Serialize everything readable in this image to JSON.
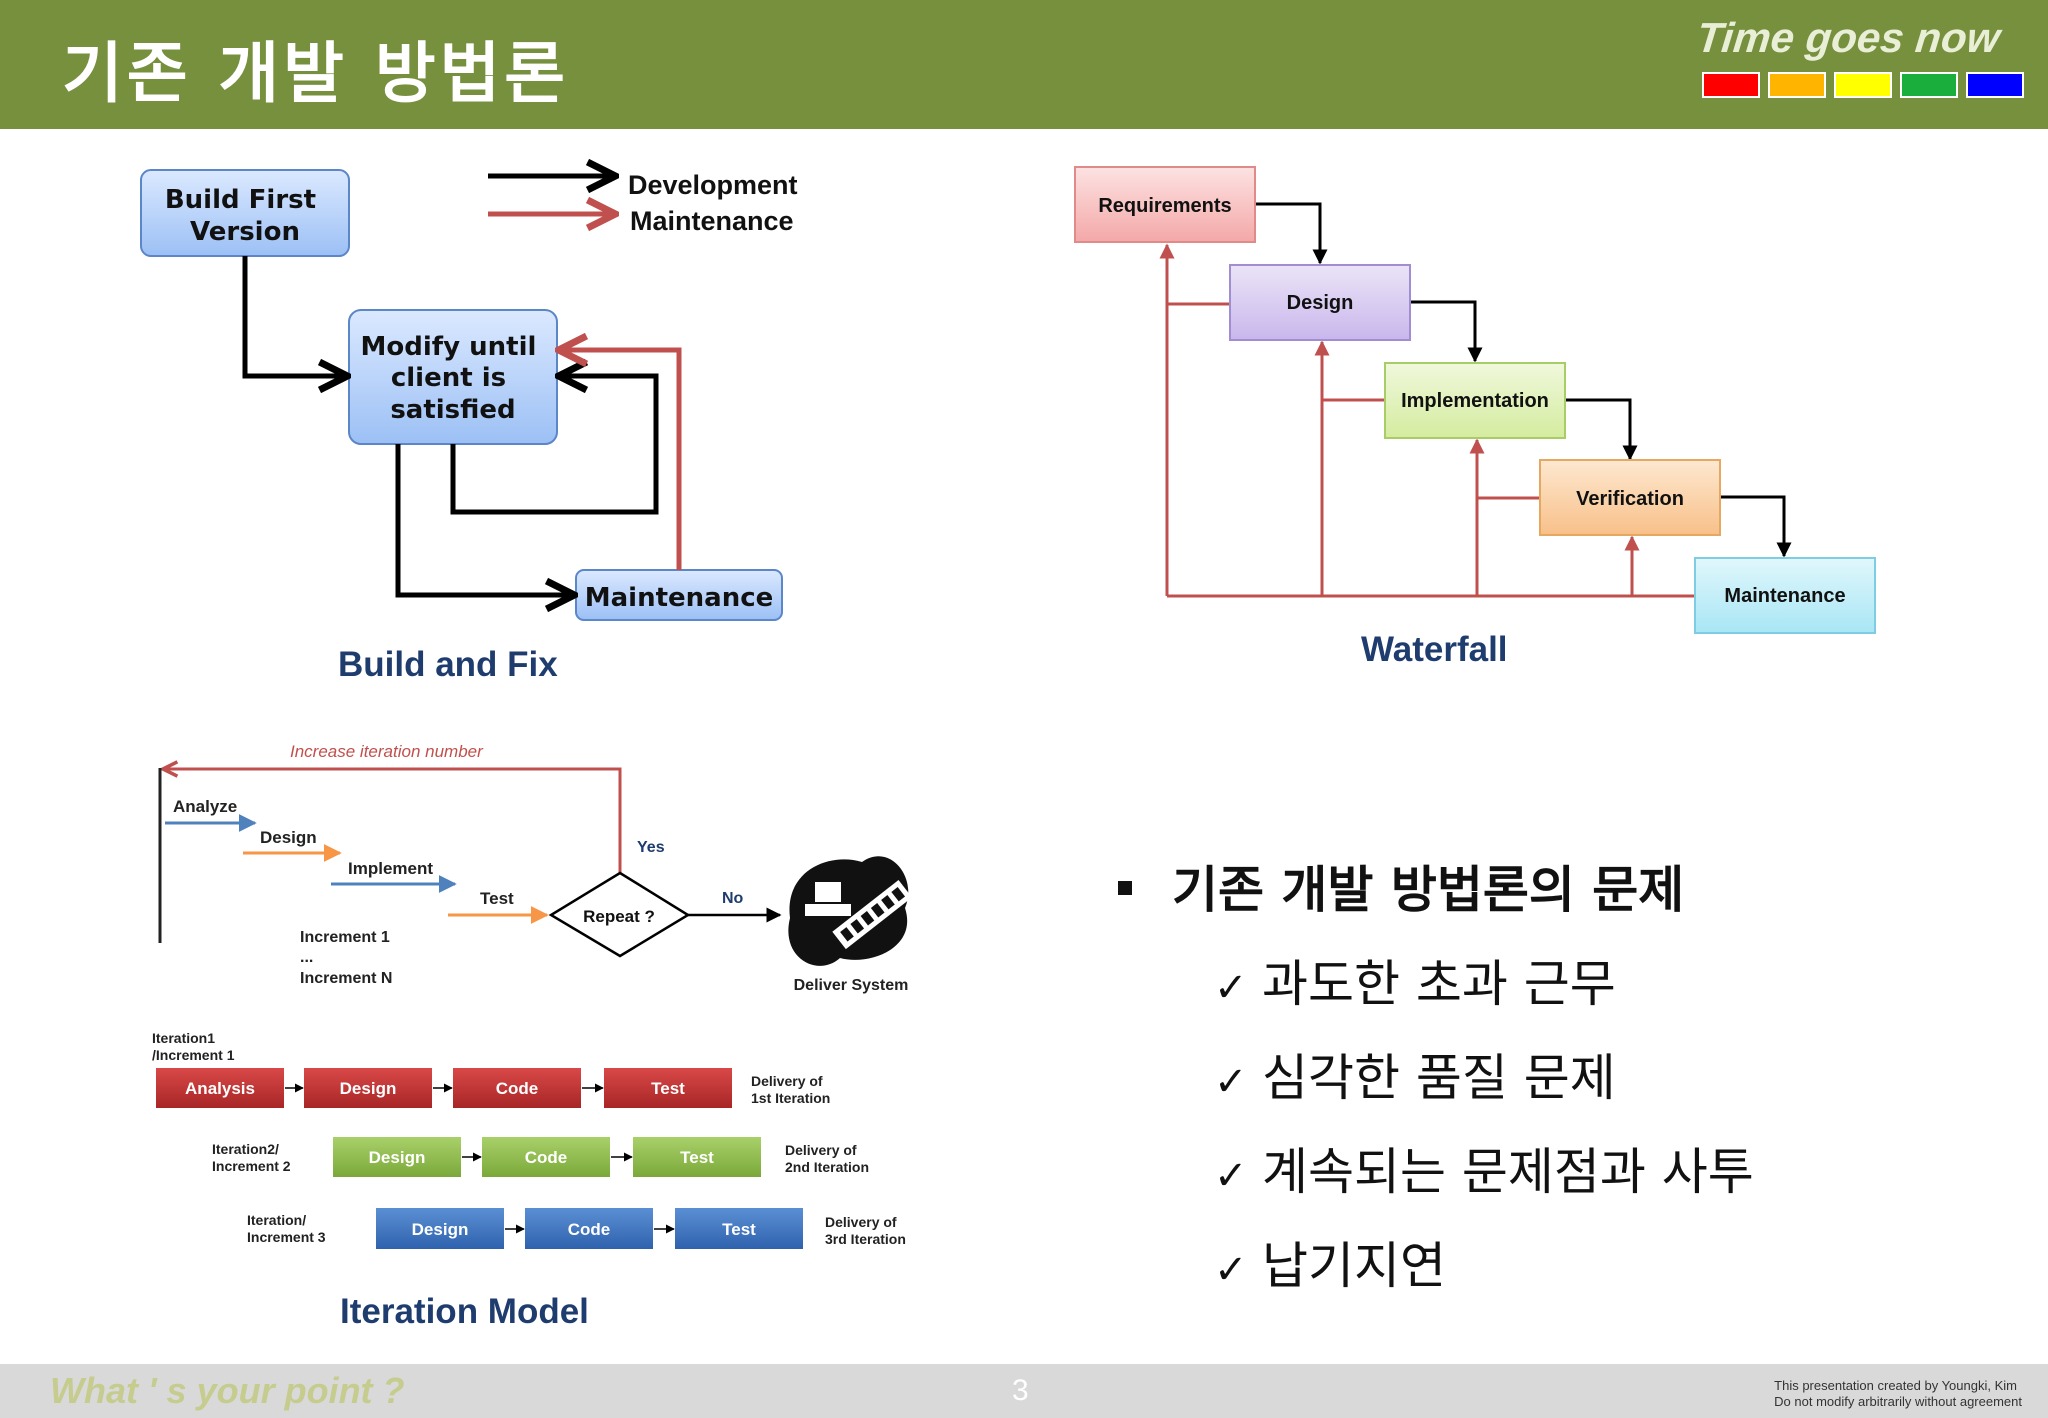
{
  "header": {
    "title": "기존 개발 방법론",
    "tagline": "Time goes now",
    "swatches": [
      "#ff0000",
      "#ffb400",
      "#ffff00",
      "#1aae3c",
      "#0000ff"
    ]
  },
  "build_fix": {
    "legend": {
      "dev": "Development",
      "maint": "Maintenance"
    },
    "box_first": [
      "Build First",
      "Version"
    ],
    "box_modify": [
      "Modify until",
      "client is",
      "satisfied"
    ],
    "box_maint": "Maintenance",
    "caption": "Build and Fix"
  },
  "waterfall": {
    "stages": [
      "Requirements",
      "Design",
      "Implementation",
      "Verification",
      "Maintenance"
    ],
    "caption": "Waterfall"
  },
  "iteration": {
    "loop_label": "Increase  iteration number",
    "steps": [
      "Analyze",
      "Design",
      "Implement",
      "Test"
    ],
    "decision": "Repeat ?",
    "yes": "Yes",
    "no": "No",
    "increment1": "Increment  1",
    "ellipsis": "...",
    "incrementN": "Increment  N",
    "deliver": "Deliver System",
    "rows": [
      {
        "label": [
          "Iteration1",
          "/Increment 1"
        ],
        "steps": [
          "Analysis",
          "Design",
          "Code",
          "Test"
        ],
        "delivery": [
          "Delivery of",
          "1st Iteration"
        ]
      },
      {
        "label": [
          "Iteration2/",
          "Increment 2"
        ],
        "steps": [
          "Design",
          "Code",
          "Test"
        ],
        "delivery": [
          "Delivery of",
          "2nd Iteration"
        ]
      },
      {
        "label": [
          "Iteration/",
          "Increment 3"
        ],
        "steps": [
          "Design",
          "Code",
          "Test"
        ],
        "delivery": [
          "Delivery of",
          "3rd Iteration"
        ]
      }
    ],
    "caption": "Iteration Model"
  },
  "problems": {
    "heading": "기존 개발 방법론의 문제",
    "check": "✓",
    "items": [
      "과도한 초과 근무",
      "심각한 품질 문제",
      "계속되는 문제점과 사투",
      "납기지연"
    ]
  },
  "footer": {
    "left": "What ' s your point ?",
    "page": "3",
    "right1": "This presentation created by  Youngki, Kim",
    "right2": "Do not modify arbitrarily without agreement"
  }
}
